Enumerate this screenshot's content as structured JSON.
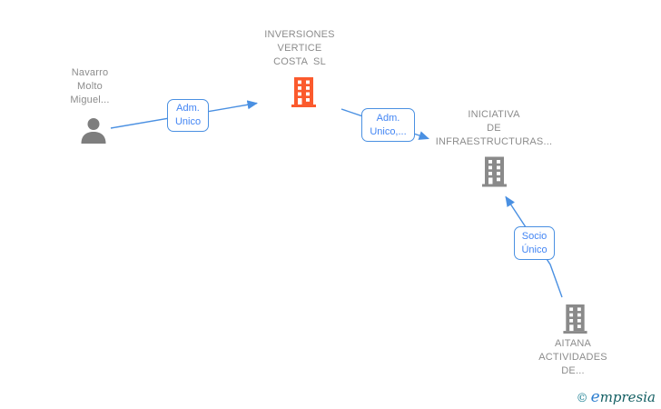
{
  "page": {
    "background": "#ffffff"
  },
  "colors": {
    "node_text_gray": "#8c8c8c",
    "icon_gray": "#878787",
    "icon_orange": "#fb5a2d",
    "edge_blue": "#4a90e2",
    "edge_label_text": "#4285f4",
    "logo_teal": "#135f63",
    "logo_blue": "#2f7fd0"
  },
  "nodes": {
    "navarro": {
      "type": "person",
      "label_lines": [
        "Navarro",
        "Molto",
        "Miguel..."
      ]
    },
    "inversiones": {
      "type": "company",
      "highlight": "orange",
      "label_lines": [
        "INVERSIONES",
        "VERTICE",
        "COSTA  SL"
      ]
    },
    "iniciativa": {
      "type": "company",
      "label_lines": [
        "INICIATIVA",
        "DE",
        "INFRAESTRUCTURAS..."
      ]
    },
    "aitana": {
      "type": "company",
      "label_lines": [
        "AITANA",
        "ACTIVIDADES",
        "DE..."
      ]
    }
  },
  "edges": {
    "navarro_to_inversiones": {
      "label_lines": [
        "Adm.",
        "Unico"
      ]
    },
    "inversiones_to_iniciativa": {
      "label_lines": [
        "Adm.",
        "Unico,..."
      ]
    },
    "aitana_to_iniciativa": {
      "label_lines": [
        "Socio",
        "Único"
      ]
    }
  },
  "footer": {
    "copyright_symbol": "©",
    "brand_first_letter": "e",
    "brand_rest": "mpresia"
  }
}
